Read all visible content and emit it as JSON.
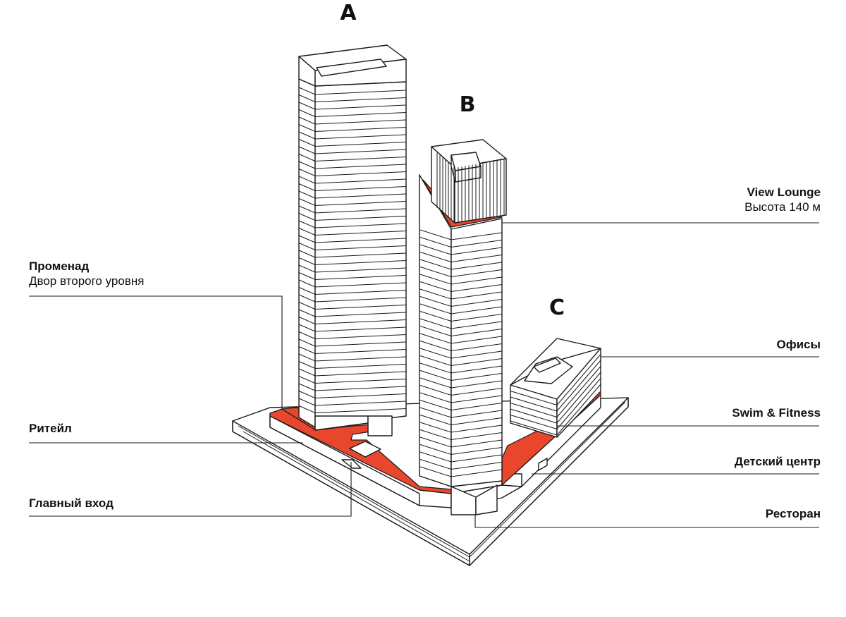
{
  "towers": {
    "a": "A",
    "b": "B",
    "c": "C"
  },
  "labels": {
    "promenade": {
      "title": "Променад",
      "subtitle": "Двор второго уровня"
    },
    "retail": {
      "title": "Ритейл"
    },
    "main_entrance": {
      "title": "Главный вход"
    },
    "view_lounge": {
      "title": "View Lounge",
      "subtitle": "Высота 140 м"
    },
    "offices": {
      "title": "Офисы"
    },
    "swim_fitness": {
      "title": "Swim & Fitness"
    },
    "kids_center": {
      "title": "Детский центр"
    },
    "restaurant": {
      "title": "Ресторан"
    }
  },
  "colors": {
    "accent": "#e8472e",
    "line": "#1a1a1a",
    "fill": "#ffffff"
  }
}
